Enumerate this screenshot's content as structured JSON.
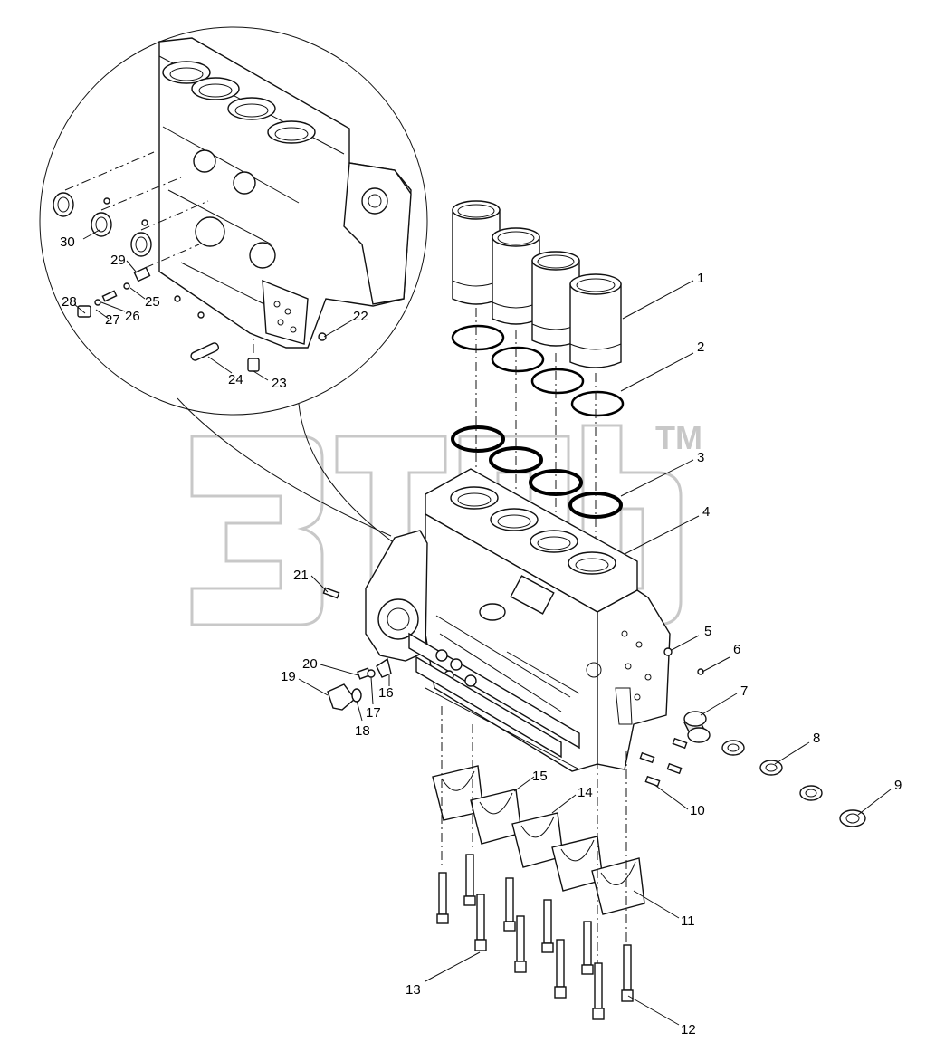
{
  "watermark": {
    "mark": "TM"
  },
  "corner_text": "",
  "callouts": [
    {
      "id": "c1",
      "label": "1"
    },
    {
      "id": "c2",
      "label": "2"
    },
    {
      "id": "c3",
      "label": "3"
    },
    {
      "id": "c4",
      "label": "4"
    },
    {
      "id": "c5",
      "label": "5"
    },
    {
      "id": "c6",
      "label": "6"
    },
    {
      "id": "c7",
      "label": "7"
    },
    {
      "id": "c8",
      "label": "8"
    },
    {
      "id": "c9",
      "label": "9"
    },
    {
      "id": "c10",
      "label": "10"
    },
    {
      "id": "c11",
      "label": "11"
    },
    {
      "id": "c12",
      "label": "12"
    },
    {
      "id": "c13",
      "label": "13"
    },
    {
      "id": "c14",
      "label": "14"
    },
    {
      "id": "c15",
      "label": "15"
    },
    {
      "id": "c16",
      "label": "16"
    },
    {
      "id": "c17",
      "label": "17"
    },
    {
      "id": "c18",
      "label": "18"
    },
    {
      "id": "c19",
      "label": "19"
    },
    {
      "id": "c20",
      "label": "20"
    },
    {
      "id": "c21",
      "label": "21"
    },
    {
      "id": "c22",
      "label": "22"
    },
    {
      "id": "c23",
      "label": "23"
    },
    {
      "id": "c24",
      "label": "24"
    },
    {
      "id": "c25",
      "label": "25"
    },
    {
      "id": "c26",
      "label": "26"
    },
    {
      "id": "c27",
      "label": "27"
    },
    {
      "id": "c28",
      "label": "28"
    },
    {
      "id": "c29",
      "label": "29"
    },
    {
      "id": "c30",
      "label": "30"
    }
  ]
}
